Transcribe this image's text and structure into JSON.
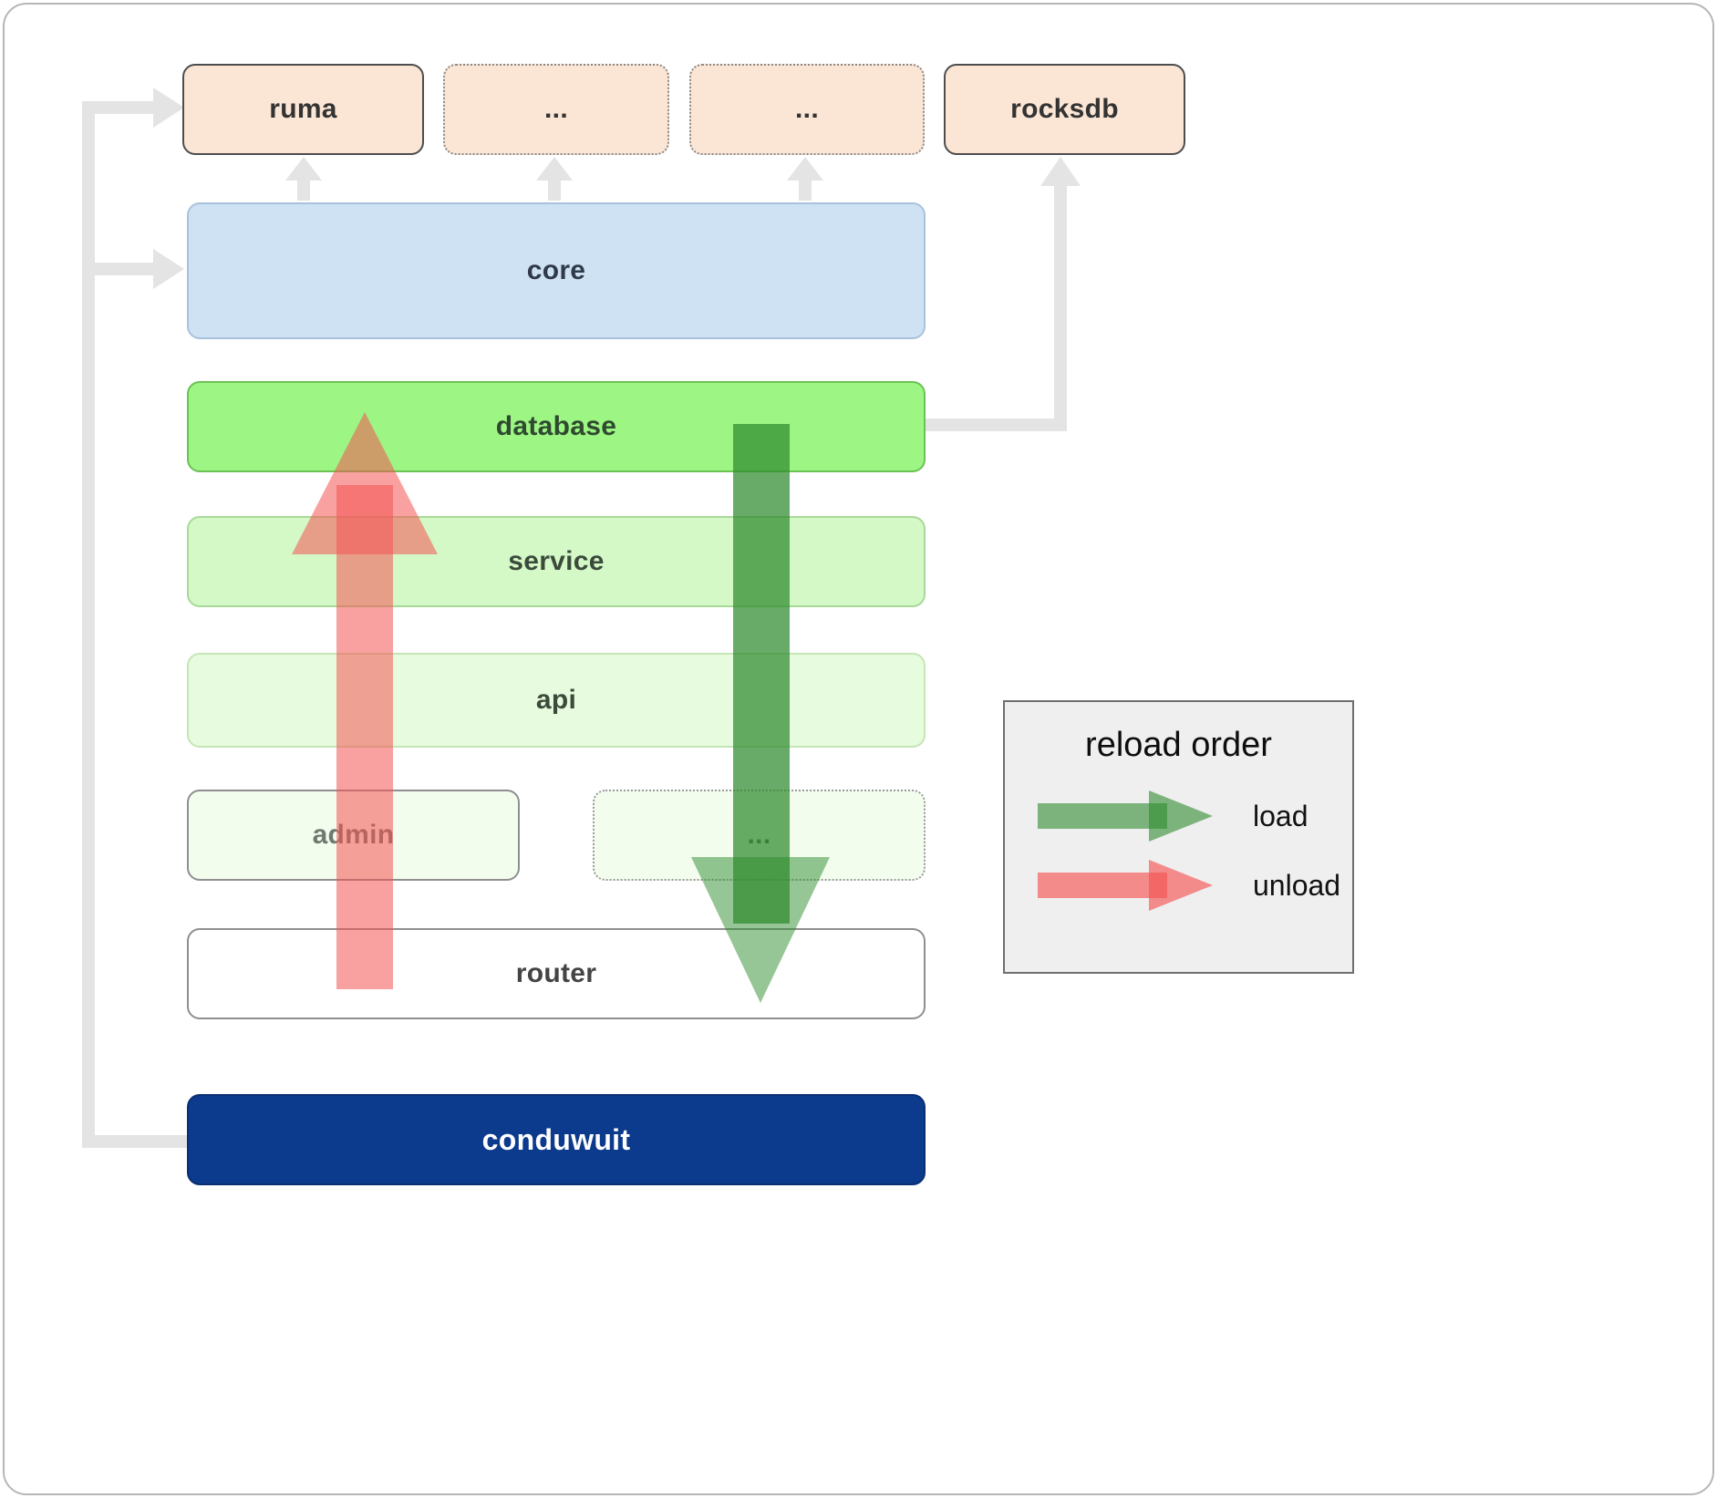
{
  "diagram": {
    "top_row": [
      {
        "label": "ruma"
      },
      {
        "label": "..."
      },
      {
        "label": "..."
      },
      {
        "label": "rocksdb"
      }
    ],
    "layers": {
      "core": "core",
      "database": "database",
      "service": "service",
      "api": "api",
      "admin": "admin",
      "more": "...",
      "router": "router",
      "conduwuit": "conduwuit"
    },
    "legend": {
      "title": "reload order",
      "items": [
        {
          "label": "load",
          "color": "#2e8b2e"
        },
        {
          "label": "unload",
          "color": "#f45454"
        }
      ]
    },
    "colors": {
      "peach_fill": "#fbe5d5",
      "core_fill": "#cfe2f3",
      "database_fill": "#9df584",
      "service_fill": "#d4f9c7",
      "api_fill": "#e7fcde",
      "admin_fill": "#f3fdee",
      "conduwuit_fill": "#0c3a8c",
      "connector_gray": "#e4e4e4",
      "load_green": "#2e8b2e",
      "unload_red": "#f45454"
    }
  }
}
